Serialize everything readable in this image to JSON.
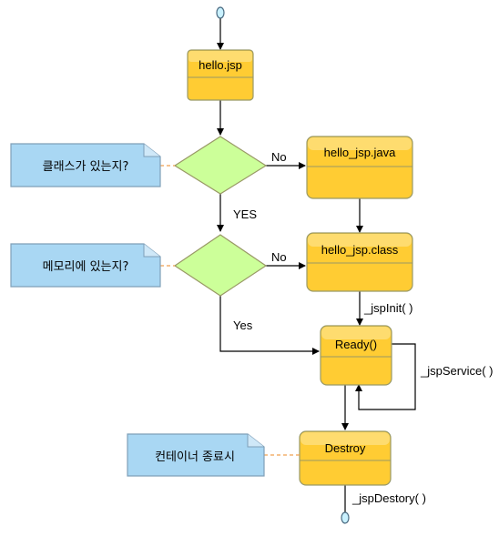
{
  "colors": {
    "process_fill": "#ffcc33",
    "process_top": "#fde9a0",
    "process_stroke": "#999966",
    "decision_fill": "#ccff99",
    "decision_stroke": "#999966",
    "note_fill": "#a9d7f3",
    "note_stroke": "#7f9fb8",
    "note_connector": "#f0a050",
    "line": "#000000",
    "terminal_fill": "#c9f1ff",
    "terminal_stroke": "#4a6a80"
  },
  "nodes": {
    "hello_jsp": "hello.jsp",
    "hello_jsp_java": "hello_jsp.java",
    "hello_jsp_class": "hello_jsp.class",
    "ready": "Ready()",
    "destroy": "Destroy"
  },
  "notes": {
    "class_exists": "클래스가 있는지?",
    "in_memory": "메모리에 있는지?",
    "container_shutdown": "컨테이너 종료시"
  },
  "edges": {
    "no_1": "No",
    "yes_1": "YES",
    "no_2": "No",
    "yes_2": "Yes",
    "jsp_init": "_jspInit( )",
    "jsp_service": "_jspService( )",
    "jsp_destroy": "_jspDestory( )"
  }
}
